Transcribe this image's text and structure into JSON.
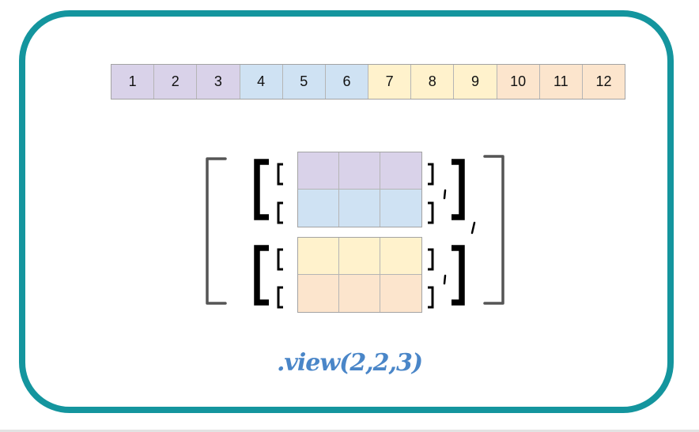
{
  "strip": {
    "values": [
      "1",
      "2",
      "3",
      "4",
      "5",
      "6",
      "7",
      "8",
      "9",
      "10",
      "11",
      "12"
    ],
    "colors": [
      "#d9d2e9",
      "#d9d2e9",
      "#d9d2e9",
      "#cfe2f3",
      "#cfe2f3",
      "#cfe2f3",
      "#fff2cc",
      "#fff2cc",
      "#fff2cc",
      "#fce5cd",
      "#fce5cd",
      "#fce5cd"
    ]
  },
  "tensor": {
    "blocks": [
      {
        "rows": [
          {
            "color": "#d9d2e9"
          },
          {
            "color": "#cfe2f3"
          }
        ]
      },
      {
        "rows": [
          {
            "color": "#fff2cc"
          },
          {
            "color": "#fce5cd"
          }
        ]
      }
    ],
    "bracket_color": "#000000",
    "outer_bracket_color": "#555555"
  },
  "caption": ".view(2,2,3)",
  "colors": {
    "frame_border": "#14959e",
    "caption_text": "#4a86c8",
    "cell_border": "#b5b5b5"
  }
}
